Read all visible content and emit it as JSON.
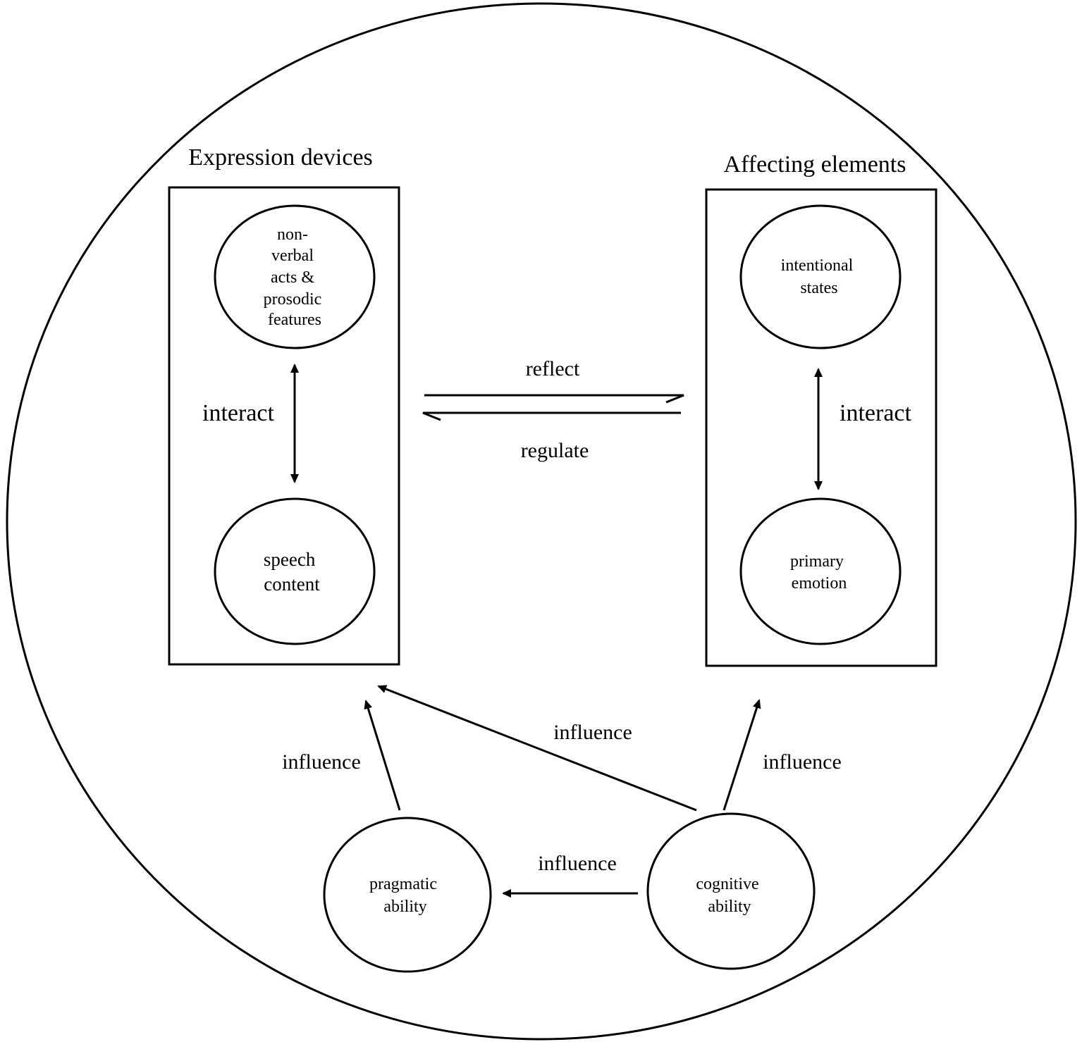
{
  "groups": {
    "left_title": "Expression devices",
    "right_title": "Affecting elements"
  },
  "nodes": {
    "nonverbal": [
      "non-",
      "verbal",
      "acts &",
      "prosodic",
      "features"
    ],
    "speech": [
      "speech",
      "content"
    ],
    "intentional": [
      "intentional",
      "states"
    ],
    "primary": [
      "primary",
      "emotion"
    ],
    "pragmatic": [
      "pragmatic",
      "ability"
    ],
    "cognitive": [
      "cognitive",
      "ability"
    ]
  },
  "edges": {
    "interact_left": "interact",
    "interact_right": "interact",
    "reflect": "reflect",
    "regulate": "regulate",
    "influence_pragmatic_expression": "influence",
    "influence_cognitive_expression": "influence",
    "influence_cognitive_affecting": "influence",
    "influence_cognitive_pragmatic": "influence"
  }
}
